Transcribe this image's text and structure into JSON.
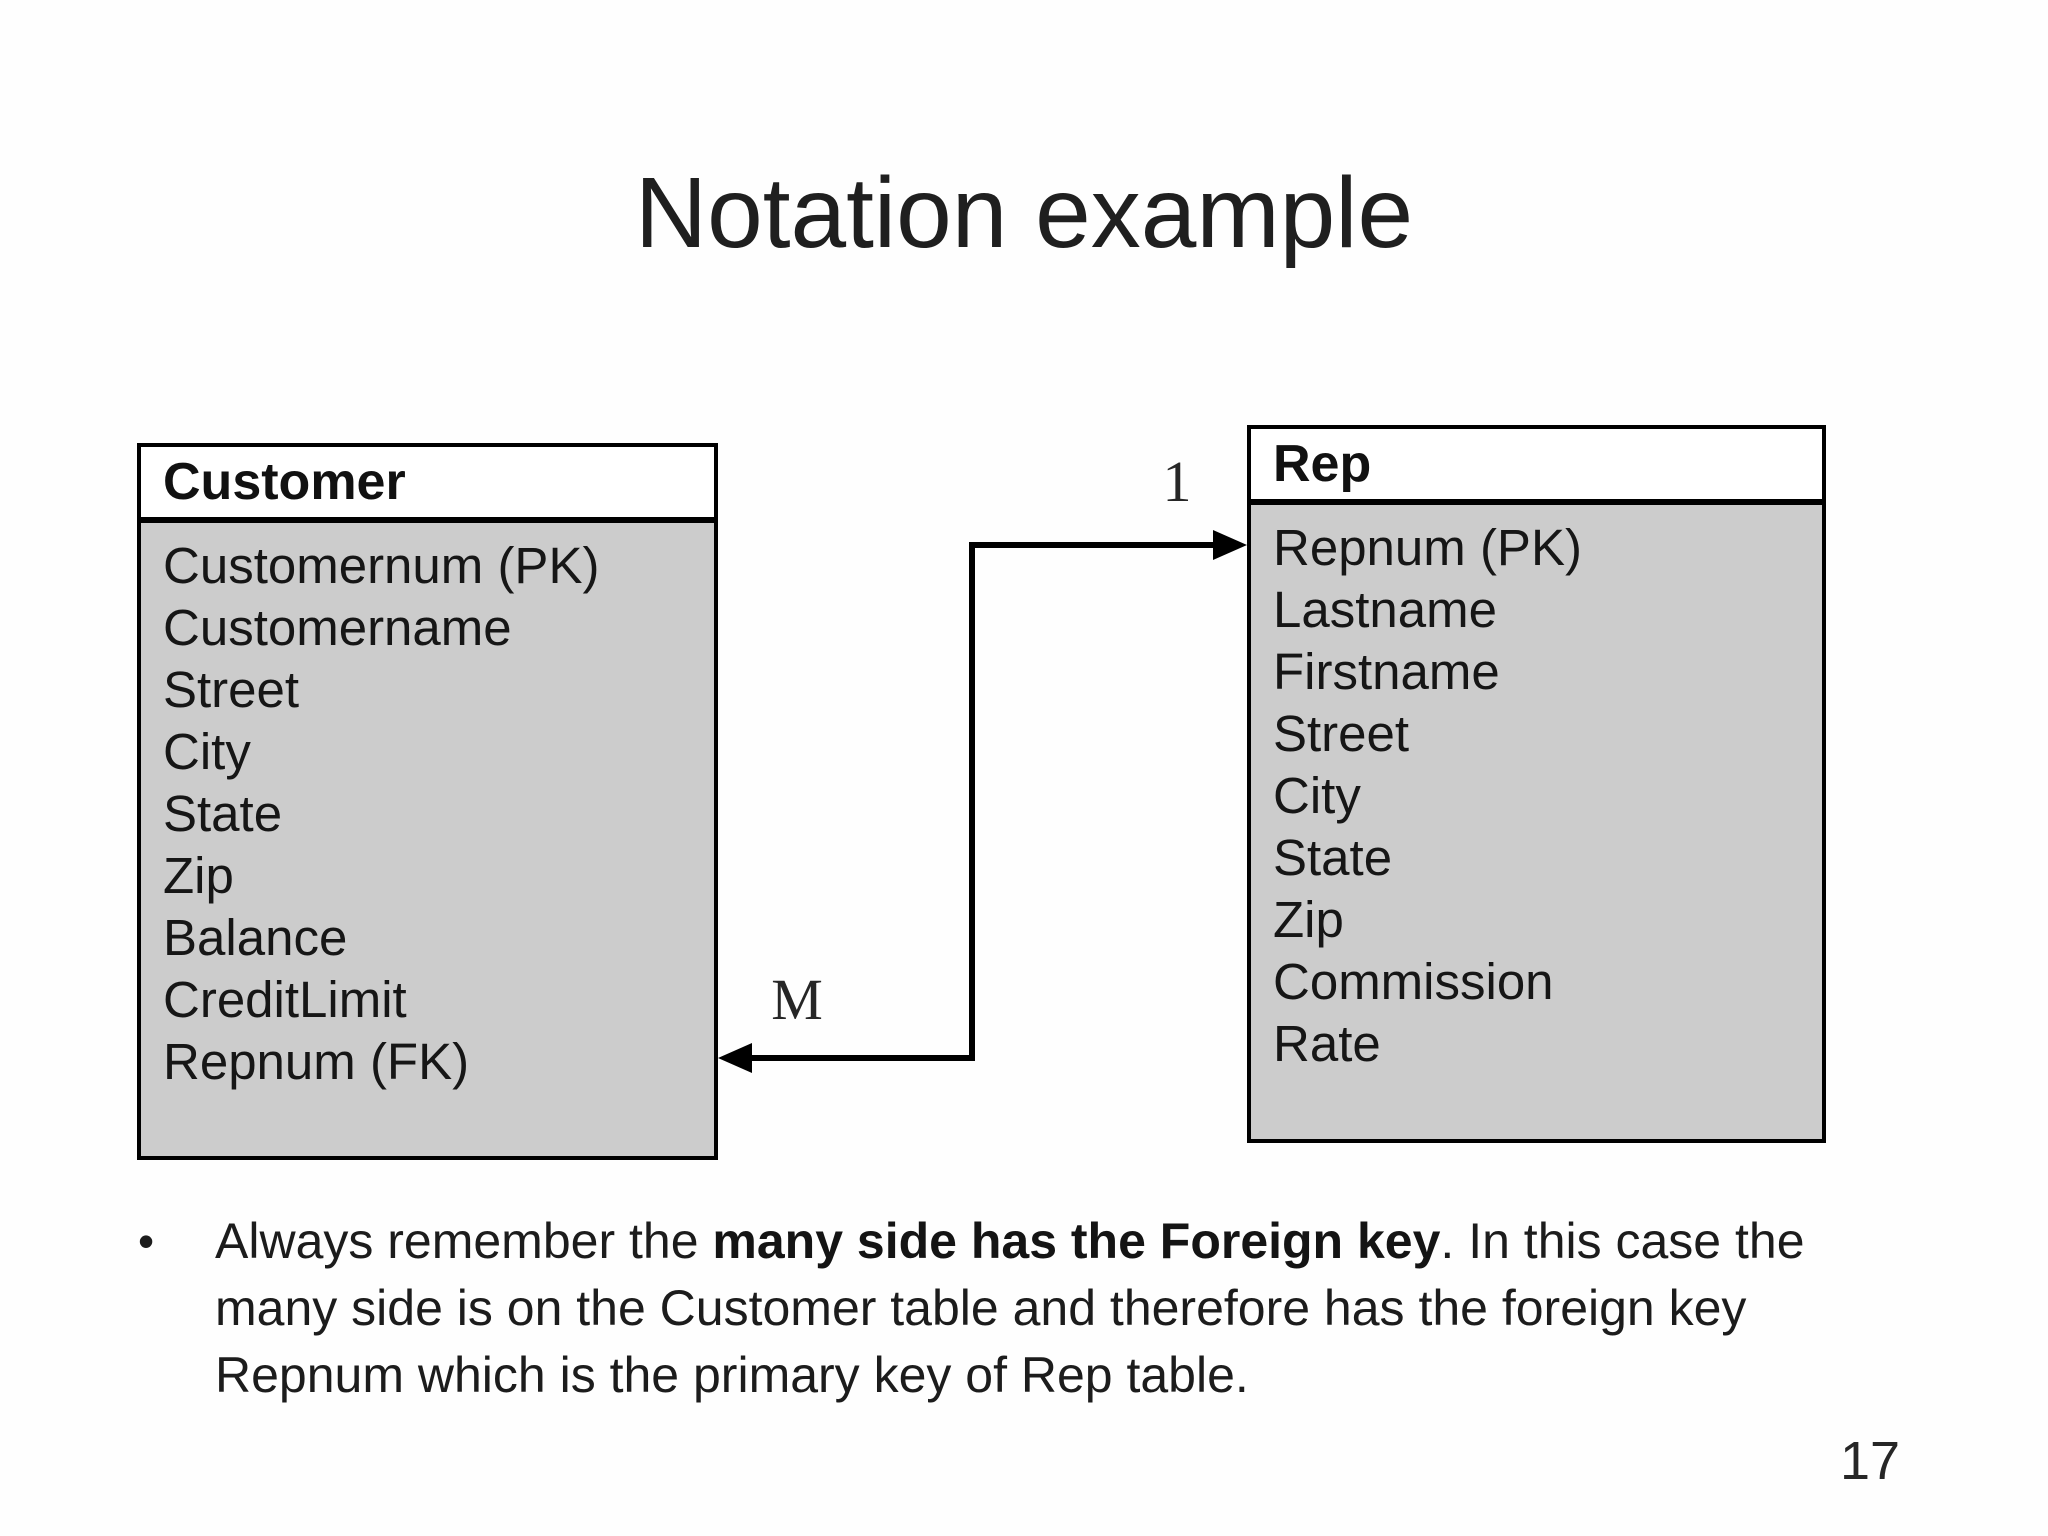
{
  "slide": {
    "title": "Notation example",
    "page_number": "17"
  },
  "diagram": {
    "customer_table": {
      "name": "Customer",
      "fields": [
        "Customernum (PK)",
        "Customername",
        "Street",
        "City",
        "State",
        "Zip",
        "Balance",
        "CreditLimit",
        "Repnum (FK)"
      ]
    },
    "rep_table": {
      "name": "Rep",
      "fields": [
        "Repnum (PK)",
        "Lastname",
        "Firstname",
        "Street",
        "City",
        "State",
        "Zip",
        "Commission",
        "Rate"
      ]
    },
    "relationship": {
      "one_label": "1",
      "many_label": "M"
    }
  },
  "notes": {
    "bullet_char": "•",
    "segments": [
      {
        "text": "Always remember the ",
        "bold": false
      },
      {
        "text": "many side has the Foreign key",
        "bold": true
      },
      {
        "text": ". In this case the many side is on the Customer table and therefore has the foreign key Repnum which is the primary key of Rep table.",
        "bold": false
      }
    ]
  },
  "colors": {
    "table_body_bg": "#cccccc",
    "table_header_bg": "#ffffff",
    "border_and_line": "#000000",
    "text": "#1c1c1c",
    "slide_bg": "#fefefe"
  }
}
